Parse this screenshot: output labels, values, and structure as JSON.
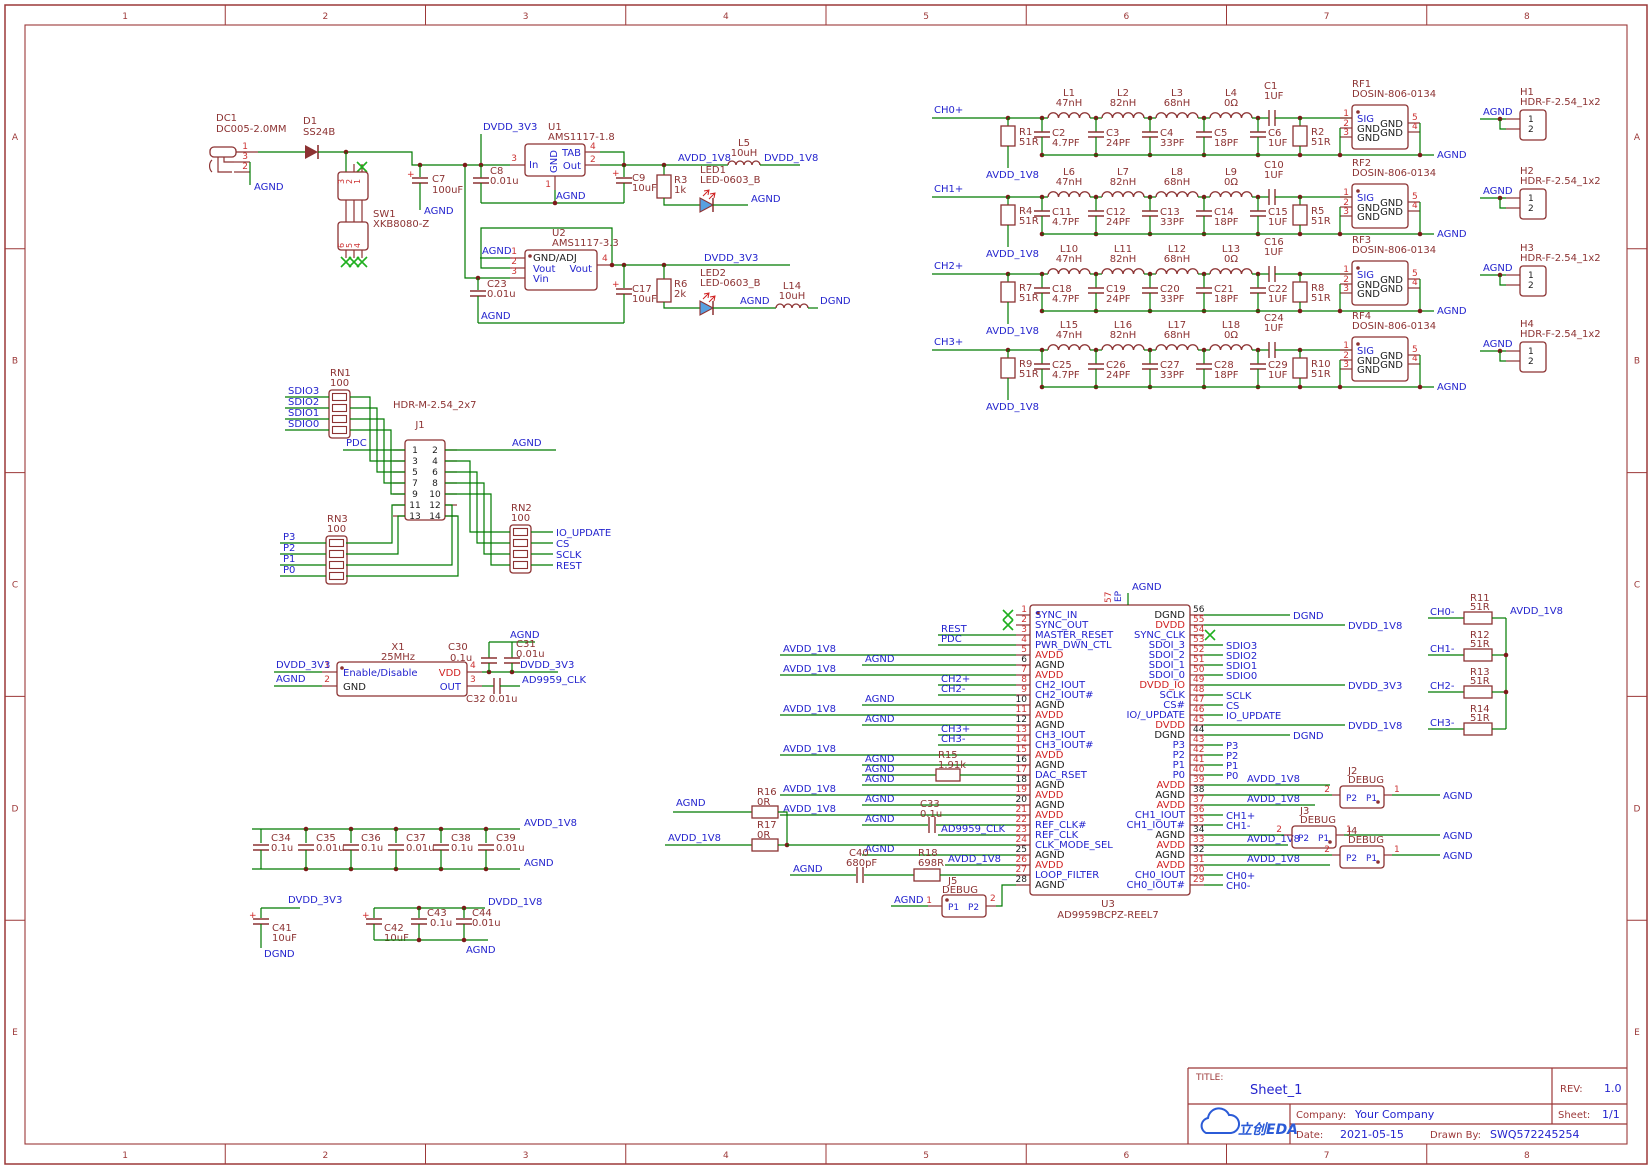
{
  "frame": {
    "columns": [
      "1",
      "2",
      "3",
      "4",
      "5",
      "6",
      "7",
      "8"
    ],
    "rows": [
      "A",
      "B",
      "C",
      "D",
      "E"
    ]
  },
  "title_block": {
    "title_label": "TITLE:",
    "title": "Sheet_1",
    "rev_label": "REV:",
    "rev": "1.0",
    "company_label": "Company:",
    "company": "Your Company",
    "sheet_label": "Sheet:",
    "sheet": "1/1",
    "date_label": "Date:",
    "date": "2021-05-15",
    "drawn_label": "Drawn By:",
    "drawn_by": "SWQ572245254",
    "logo": "立创EDA"
  },
  "misc": {
    "plus": "+"
  },
  "nets": {
    "agnd": "AGND",
    "dgnd": "DGND",
    "avdd": "AVDD_1V8",
    "dvdd18": "DVDD_1V8",
    "dvdd33": "DVDD_3V3",
    "clk": "AD9959_CLK"
  },
  "power": {
    "dc1_ref": "DC1",
    "dc1_val": "DC005-2.0MM",
    "n1": "1",
    "n2": "2",
    "n3": "3",
    "d1_ref": "D1",
    "d1_val": "SS24B",
    "sw_ref": "SW1",
    "sw_val": "XKB8080-Z",
    "sw_top": [
      "3",
      "2",
      "1"
    ],
    "sw_bot": [
      "6",
      "5",
      "4"
    ],
    "c7_ref": "C7",
    "c7_val": "100uF"
  },
  "u1": {
    "ref": "U1",
    "val": "AMS1117-1.8",
    "in": "In",
    "gnd": "GND",
    "tab": "TAB",
    "out": "Out",
    "n_in": "3",
    "n_gnd": "1",
    "n_tab": "4",
    "n_out": "2"
  },
  "u1x": {
    "c8_ref": "C8",
    "c8_val": "0.01u",
    "c9_ref": "C9",
    "c9_val": "10uF",
    "r3_ref": "R3",
    "r3_val": "1k",
    "led_ref": "LED1",
    "led_val": "LED-0603_B",
    "l5_ref": "L5",
    "l5_val": "10uH"
  },
  "u2": {
    "ref": "U2",
    "val": "AMS1117-3.3",
    "p1": "GND/ADJ",
    "p2": "Vout",
    "p3": "Vin",
    "p4": "Vout",
    "n1": "1",
    "n2": "2",
    "n3": "3",
    "n4": "4"
  },
  "u2x": {
    "c23_ref": "C23",
    "c23_val": "0.01u",
    "c17_ref": "C17",
    "c17_val": "10uF",
    "r6_ref": "R6",
    "r6_val": "2k",
    "led_ref": "LED2",
    "led_val": "LED-0603_B",
    "l14_ref": "L14",
    "l14_val": "10uH"
  },
  "hdr": {
    "rn1_ref": "RN1",
    "rn1_val": "100",
    "rn1_nets": [
      "SDIO3",
      "SDIO2",
      "SDIO1",
      "SDIO0"
    ],
    "rn2_ref": "RN2",
    "rn2_val": "100",
    "rn2_nets": [
      "IO_UPDATE",
      "CS",
      "SCLK",
      "REST"
    ],
    "rn3_ref": "RN3",
    "rn3_val": "100",
    "rn3_nets": [
      "P3",
      "P2",
      "P1",
      "P0"
    ],
    "j1_ref": "J1",
    "j1_val": "HDR-M-2.54_2x7",
    "j1_left": [
      "1",
      "3",
      "5",
      "7",
      "9",
      "11",
      "13"
    ],
    "j1_right": [
      "2",
      "4",
      "6",
      "8",
      "10",
      "12",
      "14"
    ],
    "pdc": "PDC"
  },
  "osc": {
    "ref": "X1",
    "val": "25MHz",
    "en": "Enable/Disable",
    "gnd": "GND",
    "vdd": "VDD",
    "out": "OUT",
    "n1": "1",
    "n2": "2",
    "n3": "3",
    "n4": "4",
    "c30_ref": "C30",
    "c30_val": "0.1u",
    "c31_ref": "C31",
    "c31_val": "0.01u",
    "c32": "C32 0.01u"
  },
  "dec": {
    "caps": [
      [
        "C34",
        "0.1u"
      ],
      [
        "C35",
        "0.01u"
      ],
      [
        "C36",
        "0.1u"
      ],
      [
        "C37",
        "0.01u"
      ],
      [
        "C38",
        "0.1u"
      ],
      [
        "C39",
        "0.01u"
      ]
    ],
    "c41_ref": "C41",
    "c41_val": "10uF",
    "c42_ref": "C42",
    "c42_val": "10uF",
    "c43_ref": "C43",
    "c43_val": "0.1u",
    "c44_ref": "C44",
    "c44_val": "0.01u"
  },
  "rf": {
    "chains": [
      {
        "in": "CH0+",
        "rs": [
          "R1",
          "51R"
        ],
        "ind": [
          [
            "L1",
            "47nH"
          ],
          [
            "L2",
            "82nH"
          ],
          [
            "L3",
            "68nH"
          ],
          [
            "L4",
            "0Ω"
          ]
        ],
        "sc": [
          [
            "C2",
            "4.7PF"
          ],
          [
            "C3",
            "24PF"
          ],
          [
            "C4",
            "33PF"
          ],
          [
            "C5",
            "18PF"
          ],
          [
            "C6",
            "1UF"
          ]
        ],
        "cs": [
          "C1",
          "1UF"
        ],
        "ro": [
          "R2",
          "51R"
        ],
        "conn": [
          "RF1",
          "DOSIN-806-0134"
        ]
      },
      {
        "in": "CH1+",
        "rs": [
          "R4",
          "51R"
        ],
        "ind": [
          [
            "L6",
            "47nH"
          ],
          [
            "L7",
            "82nH"
          ],
          [
            "L8",
            "68nH"
          ],
          [
            "L9",
            "0Ω"
          ]
        ],
        "sc": [
          [
            "C11",
            "4.7PF"
          ],
          [
            "C12",
            "24PF"
          ],
          [
            "C13",
            "33PF"
          ],
          [
            "C14",
            "18PF"
          ],
          [
            "C15",
            "1UF"
          ]
        ],
        "cs": [
          "C10",
          "1UF"
        ],
        "ro": [
          "R5",
          "51R"
        ],
        "conn": [
          "RF2",
          "DOSIN-806-0134"
        ]
      },
      {
        "in": "CH2+",
        "rs": [
          "R7",
          "51R"
        ],
        "ind": [
          [
            "L10",
            "47nH"
          ],
          [
            "L11",
            "82nH"
          ],
          [
            "L12",
            "68nH"
          ],
          [
            "L13",
            "0Ω"
          ]
        ],
        "sc": [
          [
            "C18",
            "4.7PF"
          ],
          [
            "C19",
            "24PF"
          ],
          [
            "C20",
            "33PF"
          ],
          [
            "C21",
            "18PF"
          ],
          [
            "C22",
            "1UF"
          ]
        ],
        "cs": [
          "C16",
          "1UF"
        ],
        "ro": [
          "R8",
          "51R"
        ],
        "conn": [
          "RF3",
          "DOSIN-806-0134"
        ]
      },
      {
        "in": "CH3+",
        "rs": [
          "R9",
          "51R"
        ],
        "ind": [
          [
            "L15",
            "47nH"
          ],
          [
            "L16",
            "82nH"
          ],
          [
            "L17",
            "68nH"
          ],
          [
            "L18",
            "0Ω"
          ]
        ],
        "sc": [
          [
            "C25",
            "4.7PF"
          ],
          [
            "C26",
            "24PF"
          ],
          [
            "C27",
            "33PF"
          ],
          [
            "C28",
            "18PF"
          ],
          [
            "C29",
            "1UF"
          ]
        ],
        "cs": [
          "C24",
          "1UF"
        ],
        "ro": [
          "R10",
          "51R"
        ],
        "conn": [
          "RF4",
          "DOSIN-806-0134"
        ]
      }
    ],
    "conn_pins": {
      "sig": "SIG",
      "gnd": "GND",
      "n1": "1",
      "n2": "2",
      "n3": "3",
      "n4": "4",
      "n5": "5"
    },
    "headers": [
      [
        "H1",
        "HDR-F-2.54_1x2"
      ],
      [
        "H2",
        "HDR-F-2.54_1x2"
      ],
      [
        "H3",
        "HDR-F-2.54_1x2"
      ],
      [
        "H4",
        "HDR-F-2.54_1x2"
      ]
    ],
    "hdr_p1": "1",
    "hdr_p2": "2"
  },
  "u3": {
    "ref": "U3",
    "val": "AD9959BCPZ-REEL7",
    "ep": "EP",
    "ep_n": "57",
    "r15": [
      "R15",
      "1.91k"
    ],
    "c33": [
      "C33",
      "0.1u"
    ],
    "r16": [
      "R16",
      "0R"
    ],
    "r17": [
      "R17",
      "0R"
    ],
    "c40": [
      "C40",
      "680pF"
    ],
    "r18": [
      "R18",
      "698R"
    ],
    "left": [
      [
        "1",
        "SYNC_IN",
        "s",
        ""
      ],
      [
        "2",
        "SYNC_OUT",
        "s",
        ""
      ],
      [
        "3",
        "MASTER_RESET",
        "s",
        "REST"
      ],
      [
        "4",
        "PWR_DWN_CTL",
        "s",
        "PDC"
      ],
      [
        "5",
        "AVDD",
        "p",
        "AVDD_1V8"
      ],
      [
        "6",
        "AGND",
        "g",
        "AGND"
      ],
      [
        "7",
        "AVDD",
        "p",
        "AVDD_1V8"
      ],
      [
        "8",
        "CH2_IOUT",
        "s",
        "CH2+"
      ],
      [
        "9",
        "CH2_IOUT#",
        "s",
        "CH2-"
      ],
      [
        "10",
        "AGND",
        "g",
        "AGND"
      ],
      [
        "11",
        "AVDD",
        "p",
        "AVDD_1V8"
      ],
      [
        "12",
        "AGND",
        "g",
        "AGND"
      ],
      [
        "13",
        "CH3_IOUT",
        "s",
        "CH3+"
      ],
      [
        "14",
        "CH3_IOUT#",
        "s",
        "CH3-"
      ],
      [
        "15",
        "AVDD",
        "p",
        "AVDD_1V8"
      ],
      [
        "16",
        "AGND",
        "g",
        "AGND"
      ],
      [
        "17",
        "DAC_RSET",
        "s",
        "AGND"
      ],
      [
        "18",
        "AGND",
        "g",
        "AGND"
      ],
      [
        "19",
        "AVDD",
        "p",
        "AVDD_1V8"
      ],
      [
        "20",
        "AGND",
        "g",
        "AGND"
      ],
      [
        "21",
        "AVDD",
        "p",
        "AVDD_1V8"
      ],
      [
        "22",
        "REF_CLK#",
        "s",
        "AGND"
      ],
      [
        "23",
        "REF_CLK",
        "s",
        "AD9959_CLK"
      ],
      [
        "24",
        "CLK_MODE_SEL",
        "s",
        ""
      ],
      [
        "25",
        "AGND",
        "g",
        "AGND"
      ],
      [
        "26",
        "AVDD",
        "p",
        "AVDD_1V8"
      ],
      [
        "27",
        "LOOP_FILTER",
        "s",
        "AGND"
      ],
      [
        "28",
        "AGND",
        "g",
        ""
      ]
    ],
    "right": [
      [
        "56",
        "DGND",
        "g",
        "DGND"
      ],
      [
        "55",
        "DVDD",
        "p",
        "DVDD_1V8"
      ],
      [
        "54",
        "SYNC_CLK",
        "s",
        ""
      ],
      [
        "53",
        "SDOI_3",
        "s",
        "SDIO3"
      ],
      [
        "52",
        "SDOI_2",
        "s",
        "SDIO2"
      ],
      [
        "51",
        "SDOI_1",
        "s",
        "SDIO1"
      ],
      [
        "50",
        "SDOI_0",
        "s",
        "SDIO0"
      ],
      [
        "49",
        "DVDD_IO",
        "p",
        "DVDD_3V3"
      ],
      [
        "48",
        "SCLK",
        "s",
        "SCLK"
      ],
      [
        "47",
        "CS#",
        "s",
        "CS"
      ],
      [
        "46",
        "IO/_UPDATE",
        "s",
        "IO_UPDATE"
      ],
      [
        "45",
        "DVDD",
        "p",
        "DVDD_1V8"
      ],
      [
        "44",
        "DGND",
        "g",
        "DGND"
      ],
      [
        "43",
        "P3",
        "s",
        "P3"
      ],
      [
        "42",
        "P2",
        "s",
        "P2"
      ],
      [
        "41",
        "P1",
        "s",
        "P1"
      ],
      [
        "40",
        "P0",
        "s",
        "P0"
      ],
      [
        "39",
        "AVDD",
        "p",
        "AVDD_1V8"
      ],
      [
        "38",
        "AGND",
        "g",
        ""
      ],
      [
        "37",
        "AVDD",
        "p",
        "AVDD_1V8"
      ],
      [
        "36",
        "CH1_IOUT",
        "s",
        "CH1+"
      ],
      [
        "35",
        "CH1_IOUT#",
        "s",
        "CH1-"
      ],
      [
        "34",
        "AGND",
        "g",
        ""
      ],
      [
        "33",
        "AVDD",
        "p",
        "AVDD_1V8"
      ],
      [
        "32",
        "AGND",
        "g",
        ""
      ],
      [
        "31",
        "AVDD",
        "p",
        "AVDD_1V8"
      ],
      [
        "30",
        "CH0_IOUT",
        "s",
        "CH0+"
      ],
      [
        "29",
        "CH0_IOUT#",
        "s",
        "CH0-"
      ]
    ]
  },
  "dbg": {
    "j2": [
      "J2",
      "DEBUG"
    ],
    "j3": [
      "J3",
      "DEBUG"
    ],
    "j4": [
      "J4",
      "DEBUG"
    ],
    "j5": [
      "J5",
      "DEBUG"
    ],
    "p1": "P1",
    "p2": "P2",
    "n1": "1",
    "n2": "2"
  },
  "term": {
    "rs": [
      [
        "R11",
        "51R",
        "CH0-"
      ],
      [
        "R12",
        "51R",
        "CH1-"
      ],
      [
        "R13",
        "51R",
        "CH2-"
      ],
      [
        "R14",
        "51R",
        "CH3-"
      ]
    ]
  }
}
